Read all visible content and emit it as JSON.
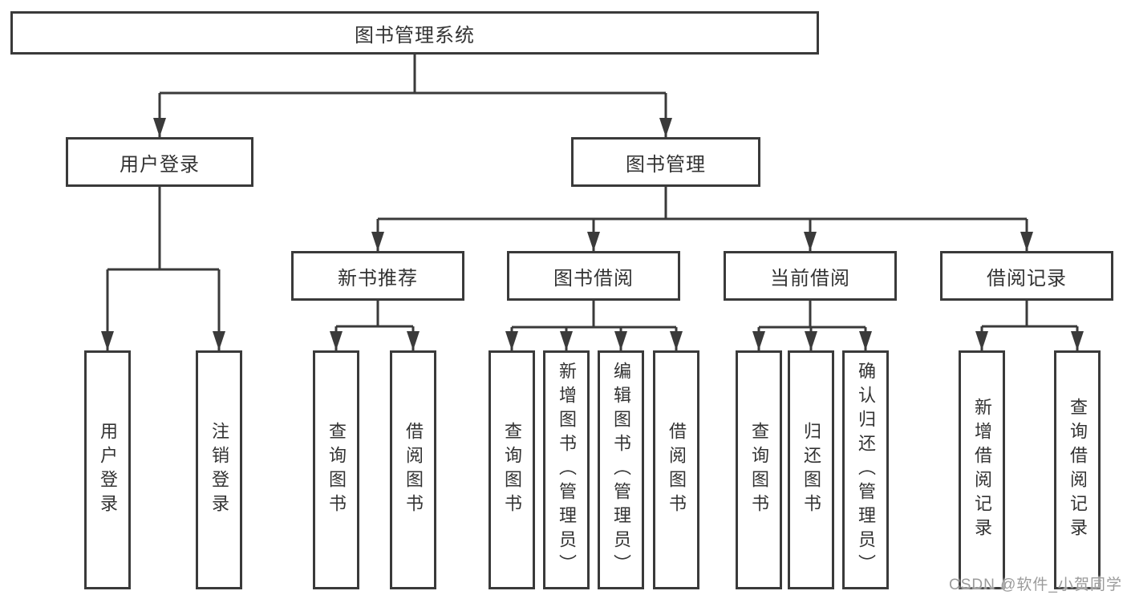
{
  "diagram": {
    "type": "hierarchy",
    "tree": {
      "root": {
        "label": "图书管理系统"
      },
      "branches": [
        {
          "label": "用户登录",
          "children": [
            {
              "label": "用户登录"
            },
            {
              "label": "注销登录"
            }
          ]
        },
        {
          "label": "图书管理",
          "children": [
            {
              "label": "新书推荐",
              "children": [
                {
                  "label": "查询图书"
                },
                {
                  "label": "借阅图书"
                }
              ]
            },
            {
              "label": "图书借阅",
              "children": [
                {
                  "label": "查询图书"
                },
                {
                  "label": "新增图书（管理员）"
                },
                {
                  "label": "编辑图书（管理员）"
                },
                {
                  "label": "借阅图书"
                }
              ]
            },
            {
              "label": "当前借阅",
              "children": [
                {
                  "label": "查询图书"
                },
                {
                  "label": "归还图书"
                },
                {
                  "label": "确认归还（管理员）"
                }
              ]
            },
            {
              "label": "借阅记录",
              "children": [
                {
                  "label": "新增借阅记录"
                },
                {
                  "label": "查询借阅记录"
                }
              ]
            }
          ]
        }
      ]
    }
  },
  "watermark": {
    "text": "CSDN @软件_小贺同学"
  },
  "colors": {
    "line": "#3a3a3a",
    "text": "#333333",
    "background": "#ffffff",
    "watermark": "#9b9b9b"
  }
}
